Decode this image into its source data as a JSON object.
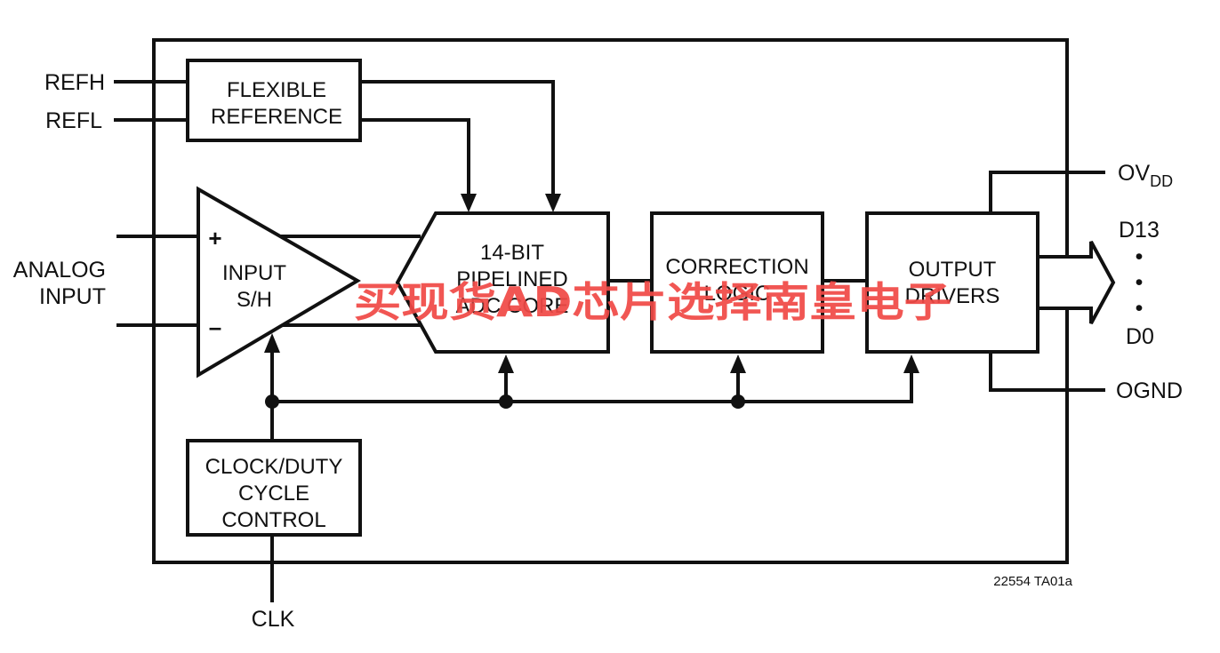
{
  "pins": {
    "refh": "REFH",
    "refl": "REFL",
    "analog_input_line1": "ANALOG",
    "analog_input_line2": "INPUT",
    "clk": "CLK",
    "ovdd_main": "OV",
    "ovdd_sub": "DD",
    "d13": "D13",
    "d0": "D0",
    "ognd": "OGND"
  },
  "blocks": {
    "flexible_reference": [
      "FLEXIBLE",
      "REFERENCE"
    ],
    "input_sh": [
      "INPUT",
      "S/H"
    ],
    "adc_core": [
      "14-BIT",
      "PIPELINED",
      "ADC CORE"
    ],
    "correction_logic": [
      "CORRECTION",
      "LOGIC"
    ],
    "output_drivers": [
      "OUTPUT",
      "DRIVERS"
    ],
    "clock_duty_cycle": [
      "CLOCK/DUTY",
      "CYCLE",
      "CONTROL"
    ]
  },
  "amp_symbols": {
    "plus": "+",
    "minus": "–"
  },
  "output_bus_dots": [
    "•",
    "•",
    "•"
  ],
  "figure_id": "22554 TA01a",
  "watermark": "买现货AD芯片选择南皇电子",
  "colors": {
    "line": "#111111",
    "watermark": "#f04a46",
    "background": "#ffffff"
  }
}
